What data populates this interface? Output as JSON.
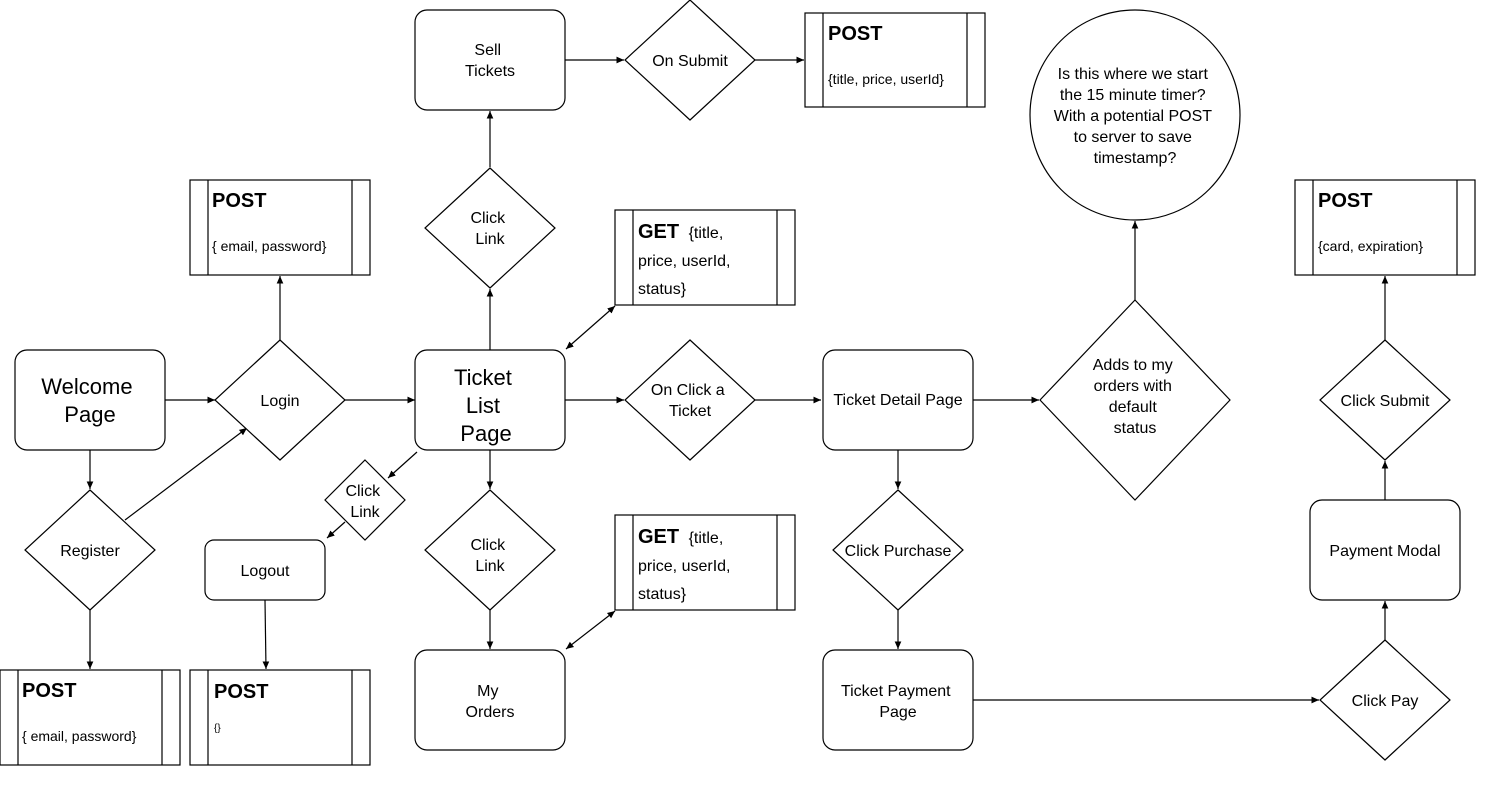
{
  "nodes": {
    "welcome_page": [
      "Welcome",
      "Page"
    ],
    "login": [
      "Login"
    ],
    "register": [
      "Register"
    ],
    "ticket_list_page": [
      "Ticket",
      "List",
      "Page"
    ],
    "click_link_top": [
      "Click",
      "Link"
    ],
    "sell_tickets": [
      "Sell",
      "Tickets"
    ],
    "on_submit": [
      "On Submit"
    ],
    "on_click_ticket": [
      "On Click a",
      "Ticket"
    ],
    "ticket_detail_page": [
      "Ticket Detail Page"
    ],
    "adds_to_orders": [
      "Adds to my",
      "orders with",
      "default",
      "status"
    ],
    "timer_question": [
      "Is this where we start",
      "the 15 minute timer?",
      "With a potential POST",
      "to server to save",
      "timestamp?"
    ],
    "click_link_small": [
      "Click",
      "Link"
    ],
    "logout": [
      "Logout"
    ],
    "click_link_bottom": [
      "Click",
      "Link"
    ],
    "my_orders": [
      "My",
      "Orders"
    ],
    "click_purchase": [
      "Click Purchase"
    ],
    "ticket_payment_page": [
      "Ticket Payment",
      "Page"
    ],
    "click_pay": [
      "Click Pay"
    ],
    "payment_modal": [
      "Payment Modal"
    ],
    "click_submit": [
      "Click Submit"
    ]
  },
  "requests": {
    "post_sell": {
      "method": "POST",
      "body": [
        "{title, price, userId}"
      ]
    },
    "post_login": {
      "method": "POST",
      "body": [
        "{ email, password}"
      ]
    },
    "get_tickets": {
      "method": "GET",
      "body_inline": "{title,",
      "body": [
        "price, userId,",
        "status}"
      ]
    },
    "get_orders": {
      "method": "GET",
      "body_inline": "{title,",
      "body": [
        "price, userId,",
        "status}"
      ]
    },
    "post_register": {
      "method": "POST",
      "body": [
        "{ email, password}"
      ]
    },
    "post_logout": {
      "method": "POST",
      "body": [
        "{}"
      ]
    },
    "post_payment": {
      "method": "POST",
      "body": [
        "{card, expiration}"
      ]
    }
  }
}
